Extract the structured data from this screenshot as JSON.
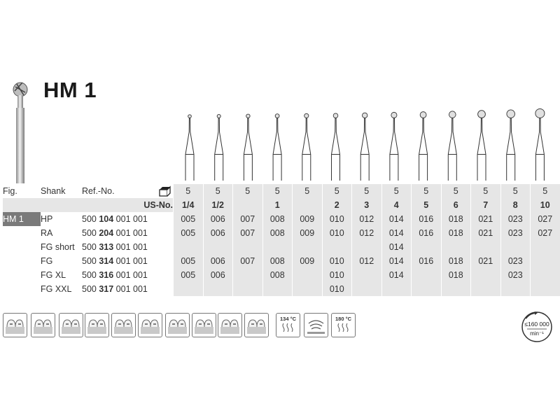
{
  "title": "HM 1",
  "header": {
    "fig": "Fig.",
    "shank": "Shank",
    "ref": "Ref.-No.",
    "us_label": "US-No."
  },
  "pack_icon": "package-icon",
  "pack_qty": [
    "5",
    "5",
    "5",
    "5",
    "5",
    "5",
    "5",
    "5",
    "5",
    "5",
    "5",
    "5",
    "5"
  ],
  "us_no": [
    "1/4",
    "1/2",
    "",
    "1",
    "",
    "2",
    "3",
    "4",
    "5",
    "6",
    "7",
    "8",
    "10"
  ],
  "sizes": [
    "005",
    "006",
    "007",
    "008",
    "009",
    "010",
    "012",
    "014",
    "016",
    "018",
    "021",
    "023",
    "027"
  ],
  "rows": [
    {
      "fig": "HM 1",
      "shank": "HP",
      "ref_pre": "500 ",
      "ref_bold": "104",
      "ref_post": " 001 001",
      "cells": [
        "005",
        "006",
        "007",
        "008",
        "009",
        "010",
        "012",
        "014",
        "016",
        "018",
        "021",
        "023",
        "027"
      ]
    },
    {
      "fig": "",
      "shank": "RA",
      "ref_pre": "500 ",
      "ref_bold": "204",
      "ref_post": " 001 001",
      "cells": [
        "005",
        "006",
        "007",
        "008",
        "009",
        "010",
        "012",
        "014",
        "016",
        "018",
        "021",
        "023",
        "027"
      ]
    },
    {
      "fig": "",
      "shank": "FG short",
      "ref_pre": "500 ",
      "ref_bold": "313",
      "ref_post": " 001 001",
      "cells": [
        "",
        "",
        "",
        "",
        "",
        "",
        "",
        "014",
        "",
        "",
        "",
        "",
        ""
      ]
    },
    {
      "fig": "",
      "shank": "FG",
      "ref_pre": "500 ",
      "ref_bold": "314",
      "ref_post": " 001 001",
      "cells": [
        "005",
        "006",
        "007",
        "008",
        "009",
        "010",
        "012",
        "014",
        "016",
        "018",
        "021",
        "023",
        ""
      ]
    },
    {
      "fig": "",
      "shank": "FG XL",
      "ref_pre": "500 ",
      "ref_bold": "316",
      "ref_post": " 001 001",
      "cells": [
        "005",
        "006",
        "",
        "008",
        "",
        "010",
        "",
        "014",
        "",
        "018",
        "",
        "023",
        ""
      ]
    },
    {
      "fig": "",
      "shank": "FG XXL",
      "ref_pre": "500 ",
      "ref_bold": "317",
      "ref_post": " 001 001",
      "cells": [
        "",
        "",
        "",
        "",
        "",
        "010",
        "",
        "",
        "",
        "",
        "",
        "",
        ""
      ]
    }
  ],
  "icons": [
    {
      "name": "cavity-preparation-icon"
    },
    {
      "name": "crown-preparation-icon"
    },
    {
      "name": "caries-removal-icon"
    },
    {
      "name": "root-canal-icon"
    },
    {
      "name": "filling-finishing-icon"
    },
    {
      "name": "restoration-finishing-icon"
    },
    {
      "name": "crown-removal-icon"
    },
    {
      "name": "implant-icon"
    },
    {
      "name": "prosthetics-icon"
    },
    {
      "name": "bridge-icon"
    },
    {
      "name": "sterilization-icon",
      "label": "134 °C"
    },
    {
      "name": "thermo-disinfection-icon"
    },
    {
      "name": "hot-air-sterilization-icon",
      "label": "180 °C"
    }
  ],
  "speed": {
    "value": "≤160 000",
    "unit": "min⁻¹"
  }
}
